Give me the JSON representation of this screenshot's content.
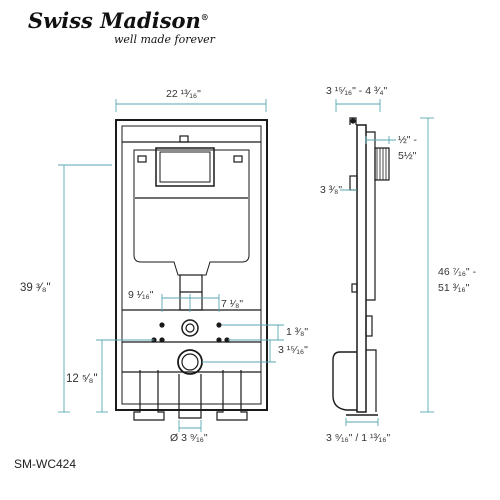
{
  "brand": {
    "name": "Swiss Madison",
    "tagline": "well made forever",
    "registered_mark": "®"
  },
  "model": "SM-WC424",
  "dimensions": {
    "frame_width": "22 ¹³⁄₁₆\"",
    "overall_height": "39 ³⁄₈\"",
    "outlet_height": "12 ⁵⁄₈\"",
    "flange_left": "9 ¹⁄₁₆\"",
    "flange_right": "7 ¹⁄₈\"",
    "bolt_upper": "1 ³⁄₈\"",
    "bolt_lower": "3 ¹⁵⁄₁₆\"",
    "pipe_diameter": "Ø 3 ⁹⁄₁₆\"",
    "depth_range": "3 ¹⁵⁄₁₆\" - 4 ³⁄₄\"",
    "wall_top": "½\" -",
    "wall_bottom": "5½\"",
    "bracket_offset": "3 ³⁄₈\"",
    "side_height_top": "46 ⁷⁄₁₆\" -",
    "side_height_bottom": "51 ³⁄₁₆\"",
    "base_depth": "3 ⁹⁄₁₆\" / 1 ¹³⁄₁₆\""
  },
  "colors": {
    "dimension_line": "#5aa7b3",
    "drawing_line": "#1a1a1a"
  }
}
